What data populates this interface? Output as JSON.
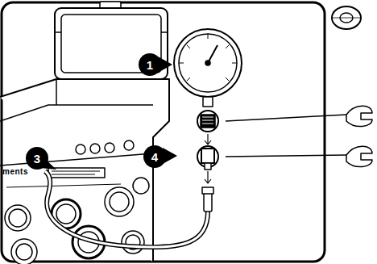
{
  "diagram": {
    "labels": [
      "1",
      "3",
      "4",
      "ments"
    ]
  }
}
